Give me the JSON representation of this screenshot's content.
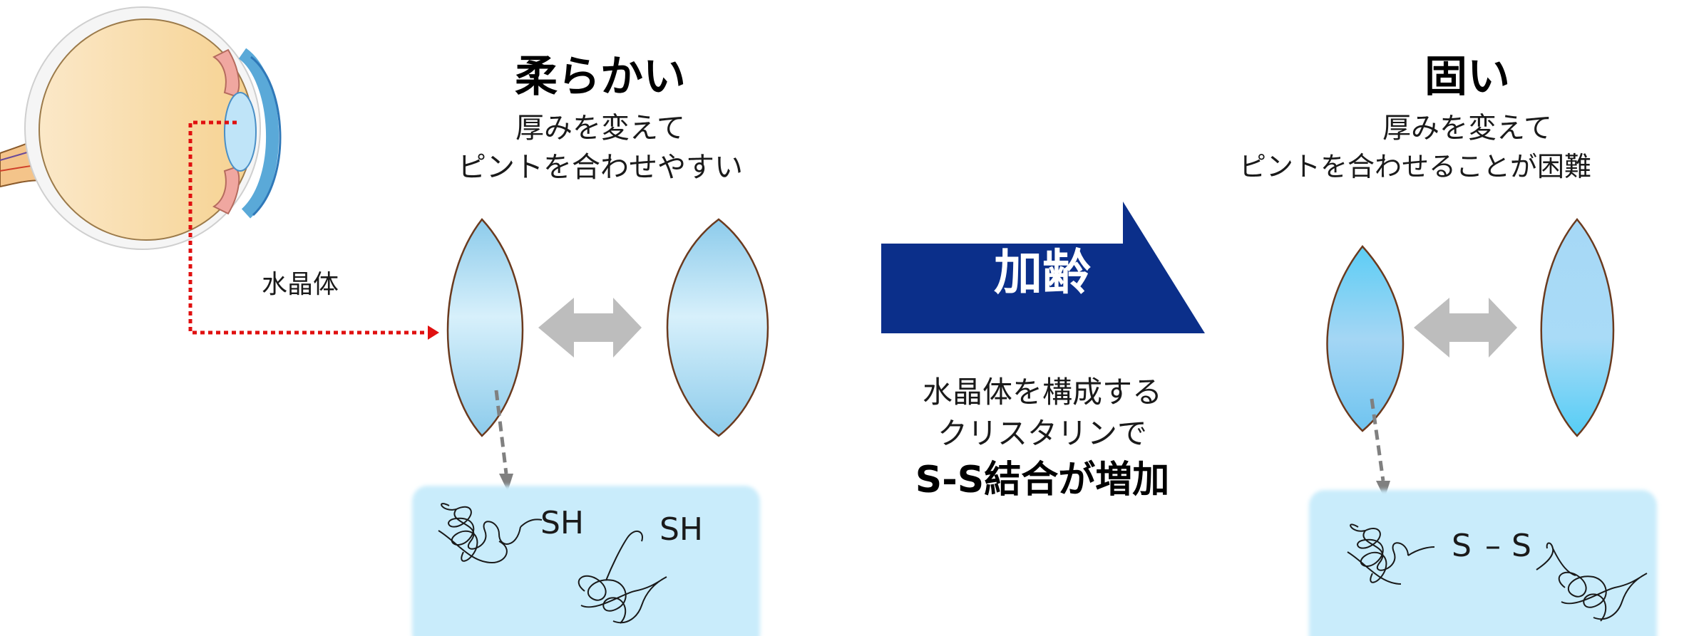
{
  "left": {
    "title": "柔らかい",
    "desc_line1": "厚みを変えて",
    "desc_line2": "ピントを合わせやすい",
    "sh1": "SH",
    "sh2": "SH"
  },
  "right": {
    "title": "固い",
    "desc_line1": "厚みを変えて",
    "desc_line2": "ピントを合わせることが困難"
  },
  "eye_label": "水晶体",
  "aging_arrow": "加齢",
  "middle": {
    "line1": "水晶体を構成する",
    "line2": "クリスタリンで",
    "line3": "S-S結合が増加"
  },
  "bond": {
    "s1": "S",
    "dash": "–",
    "s2": "S"
  },
  "colors": {
    "aging_arrow": "#0b2f8a",
    "pointer_line": "#e01010",
    "protein_box": "#c9ecfb",
    "soft_lens": "#a9d9f2",
    "hard_lens": "#7cc7ef",
    "double_arrow": "#bdbdbd"
  }
}
